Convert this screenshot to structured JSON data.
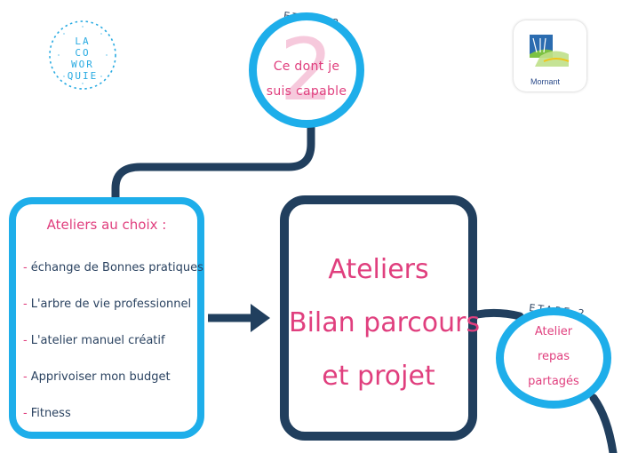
{
  "logos": {
    "coworquie": [
      "LA",
      "CO",
      "WOR",
      "QUIE"
    ],
    "mornant": "Mornant"
  },
  "step_top": {
    "label": "ETAPE 2",
    "number": "2",
    "caption_line1": "Ce dont je",
    "caption_line2": "suis capable"
  },
  "choices": {
    "title": "Ateliers au choix :",
    "items": [
      "échange de Bonnes pratiques",
      "L'arbre de vie professionnel",
      "L'atelier manuel créatif",
      "Apprivoiser mon budget",
      "Fitness"
    ]
  },
  "main": {
    "line1": "Ateliers",
    "line2": "Bilan parcours",
    "line3": "et projet"
  },
  "step_right": {
    "label": "ETAPE 2",
    "line1": "Atelier",
    "line2": "repas",
    "line3": "partagés"
  },
  "colors": {
    "navy": "#213f5e",
    "sky": "#1eaeea",
    "pink": "#e03f7e"
  }
}
